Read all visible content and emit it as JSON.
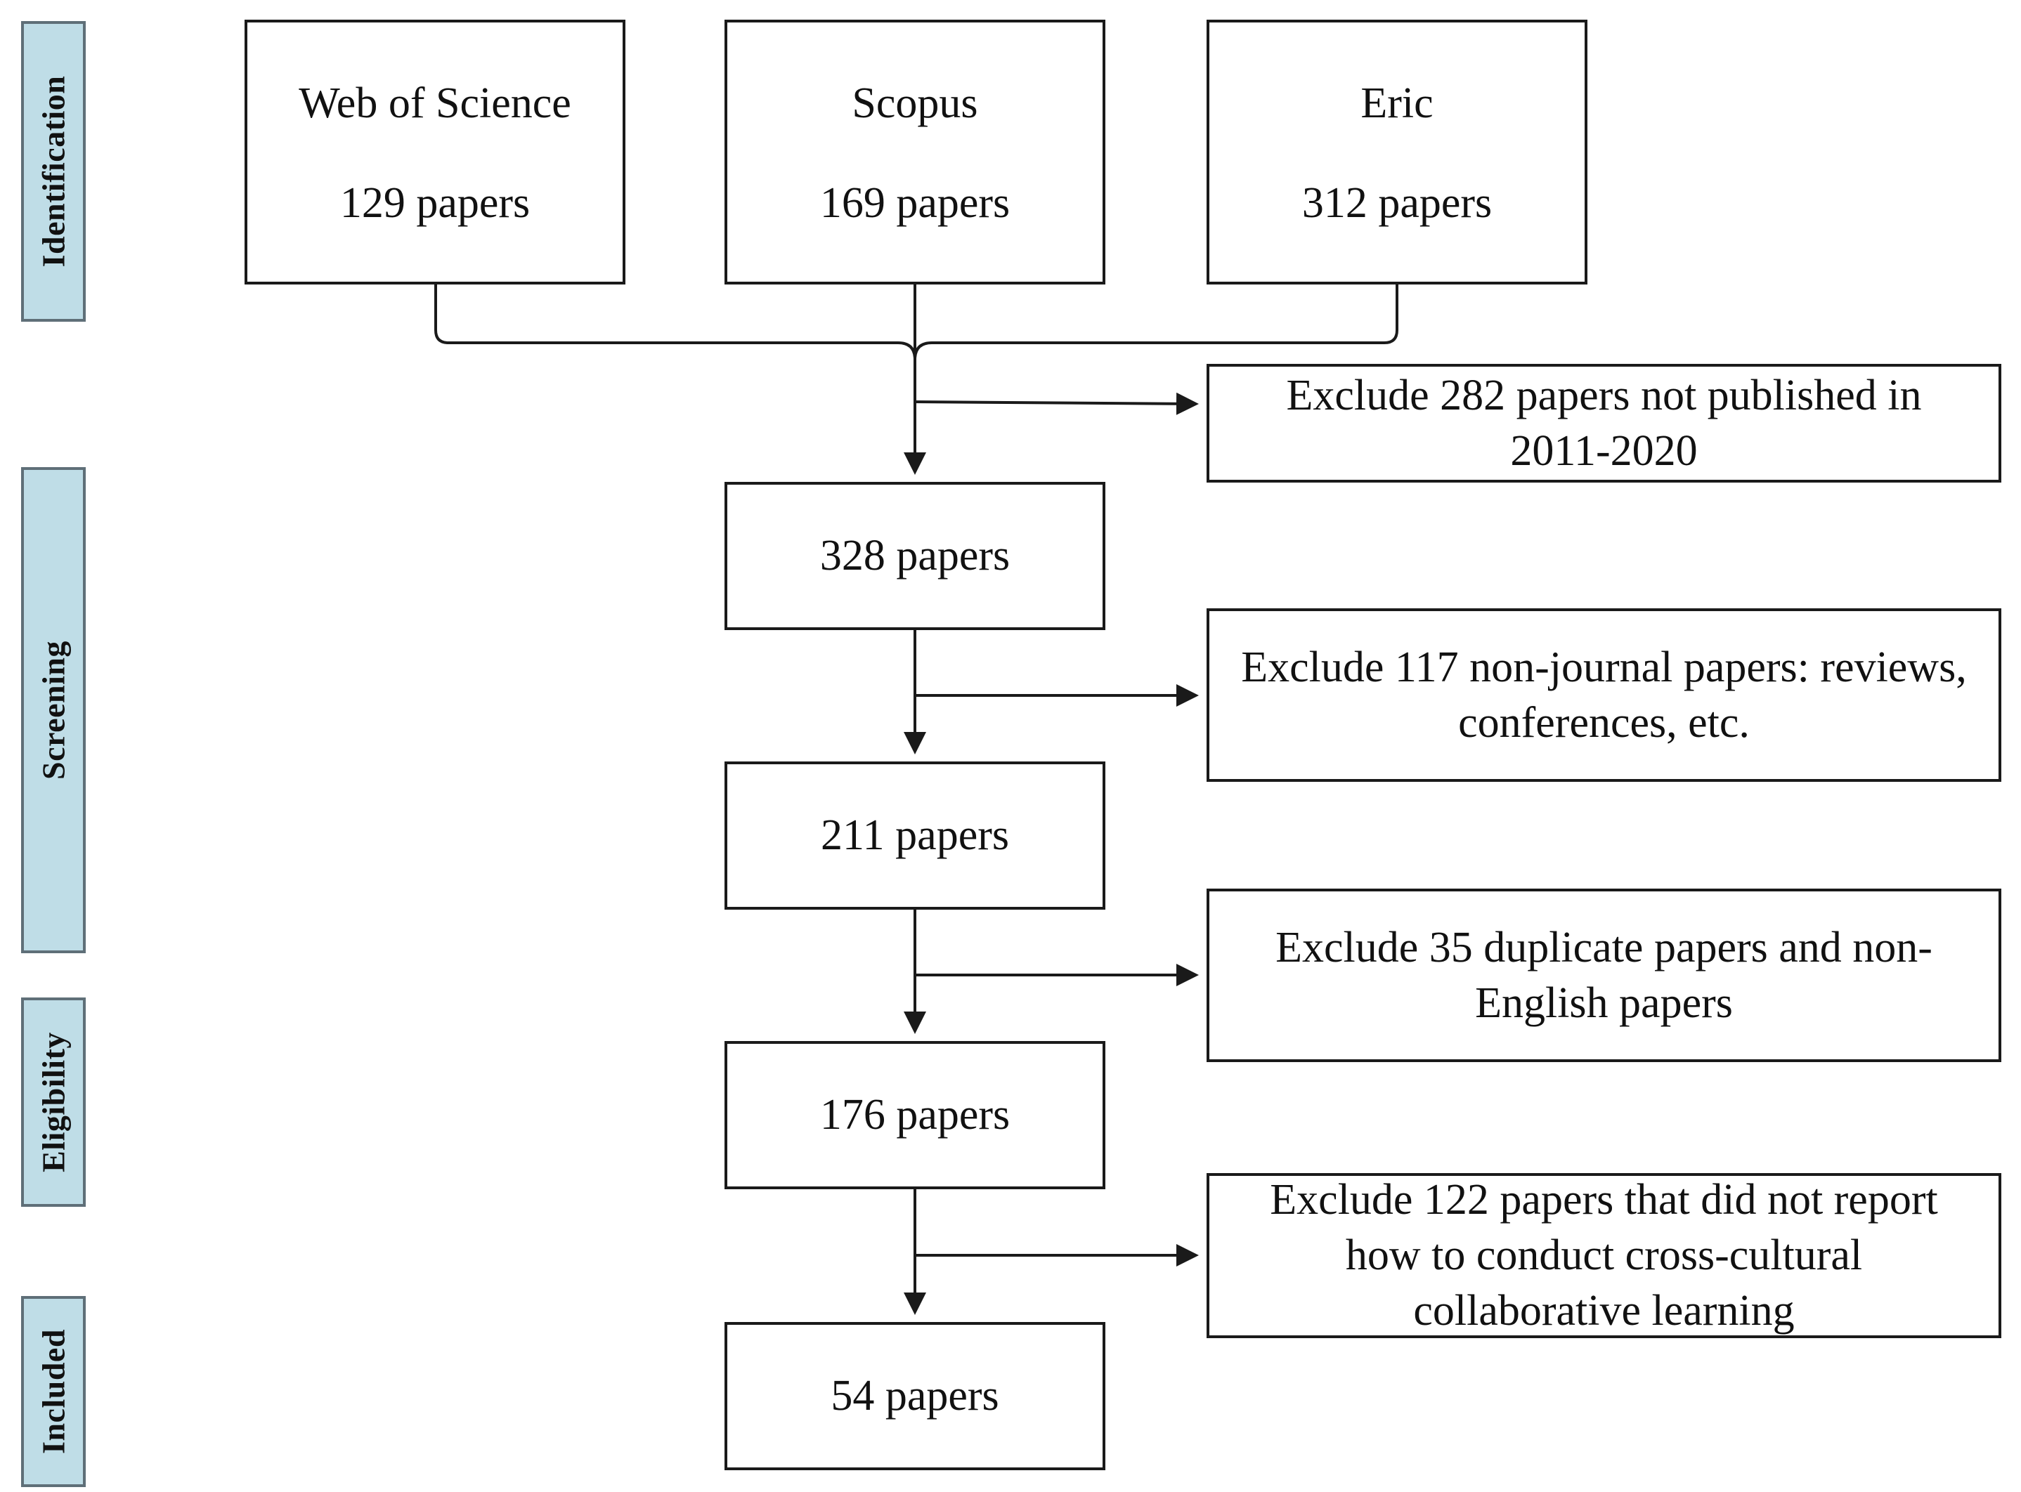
{
  "stages": [
    {
      "id": "identification",
      "label": "Identification"
    },
    {
      "id": "screening",
      "label": "Screening"
    },
    {
      "id": "eligibility",
      "label": "Eligibility"
    },
    {
      "id": "included",
      "label": "Included"
    }
  ],
  "sources": [
    {
      "name": "Web of Science",
      "count": "129 papers"
    },
    {
      "name": "Scopus",
      "count": "169 papers"
    },
    {
      "name": "Eric",
      "count": "312 papers"
    }
  ],
  "flow": [
    {
      "count": "328 papers"
    },
    {
      "count": "211 papers"
    },
    {
      "count": "176 papers"
    },
    {
      "count": "54 papers"
    }
  ],
  "exclusions": [
    {
      "lines": [
        "Exclude 282 papers not published in",
        "2011-2020"
      ]
    },
    {
      "lines": [
        "Exclude 117 non-journal papers: reviews,",
        "conferences, etc."
      ]
    },
    {
      "lines": [
        "Exclude 35 duplicate papers and non-",
        "English papers"
      ]
    },
    {
      "lines": [
        "Exclude 122 papers that did not report",
        "how to conduct cross-cultural",
        "collaborative learning"
      ]
    }
  ],
  "colors": {
    "stage_fill": "#bfdde7",
    "stage_border": "#5f6f78",
    "line": "#1a1a1a"
  }
}
